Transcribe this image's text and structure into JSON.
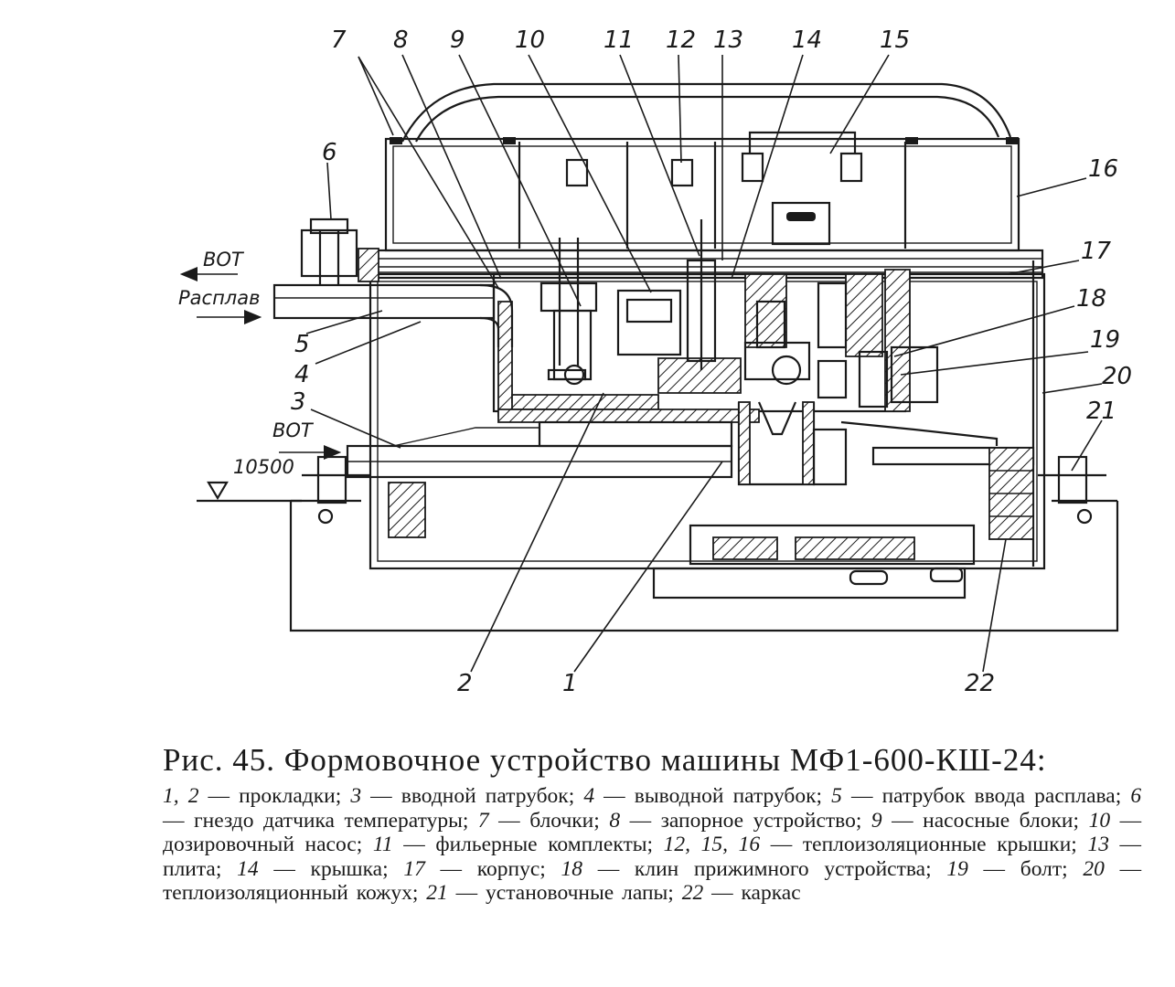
{
  "diagram": {
    "callouts": [
      "1",
      "2",
      "3",
      "4",
      "5",
      "6",
      "7",
      "8",
      "9",
      "10",
      "11",
      "12",
      "13",
      "14",
      "15",
      "16",
      "17",
      "18",
      "19",
      "20",
      "21",
      "22"
    ],
    "side_labels": {
      "out_label": "ВОТ",
      "melt_label": "Расплав",
      "in_label": "ВОТ",
      "level_label": "10500"
    }
  },
  "caption": {
    "title": "Рис. 45. Формовочное устройство машины МФ1-600-КШ-24:",
    "legend": [
      {
        "num": "1, 2",
        "text": "прокладки;"
      },
      {
        "num": "3",
        "text": "вводной патрубок;"
      },
      {
        "num": "4",
        "text": "выводной патрубок;"
      },
      {
        "num": "5",
        "text": "патрубок ввода расплава;"
      },
      {
        "num": "6",
        "text": "гнездо датчика температуры;"
      },
      {
        "num": "7",
        "text": "блочки;"
      },
      {
        "num": "8",
        "text": "запорное устройство;"
      },
      {
        "num": "9",
        "text": "насосные блоки;"
      },
      {
        "num": "10",
        "text": "дозировочный насос;"
      },
      {
        "num": "11",
        "text": "фильерные комплекты;"
      },
      {
        "num": "12, 15, 16",
        "text": "теплоизоляционные крышки;"
      },
      {
        "num": "13",
        "text": "плита;"
      },
      {
        "num": "14",
        "text": "крышка;"
      },
      {
        "num": "17",
        "text": "корпус;"
      },
      {
        "num": "18",
        "text": "клин прижимного устройства;"
      },
      {
        "num": "19",
        "text": "болт;"
      },
      {
        "num": "20",
        "text": "теплоизоляционный кожух;"
      },
      {
        "num": "21",
        "text": "установочные лапы;"
      },
      {
        "num": "22",
        "text": "каркас"
      }
    ]
  }
}
